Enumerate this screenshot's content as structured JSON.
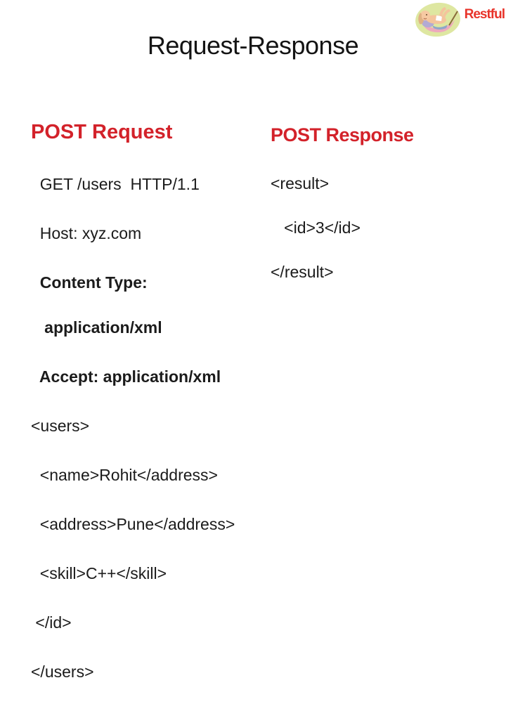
{
  "slide": {
    "title": "Request-Response"
  },
  "badge": {
    "label": "Restful",
    "icon": "resting-person-icon"
  },
  "request_panel": {
    "heading": "POST Request",
    "lines": [
      {
        "text": "  GET /users  HTTP/1.1",
        "bold": false
      },
      {
        "text": "  Host: xyz.com",
        "bold": false
      },
      {
        "text": "  Content Type:",
        "bold": true
      },
      {
        "text": "   application/xml",
        "bold": true
      },
      {
        "text": "  Accept: application/xml",
        "bold": true
      },
      {
        "text": "<users>",
        "bold": false
      },
      {
        "text": "  <name>Rohit</address>",
        "bold": false
      },
      {
        "text": "  <address>Pune</address>",
        "bold": false
      },
      {
        "text": "  <skill>C++</skill>",
        "bold": false
      },
      {
        "text": " </id>",
        "bold": false
      },
      {
        "text": "</users>",
        "bold": false
      }
    ]
  },
  "response_panel": {
    "heading": "POST Response",
    "lines": [
      {
        "text": "<result>"
      },
      {
        "text": "   <id>3</id>"
      },
      {
        "text": "</result>"
      }
    ]
  },
  "colors": {
    "heading_red": "#d3222a",
    "badge_red": "#e8332a",
    "text_black": "#1b1b1b",
    "icon_background": "#dee7a1"
  }
}
